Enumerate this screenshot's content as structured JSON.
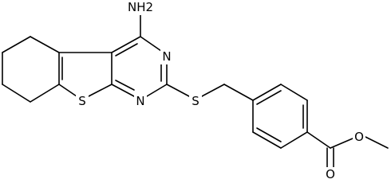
{
  "molecule": {
    "atoms": {
      "amine": "NH2",
      "pyrimidine_n_upper": "N",
      "pyrimidine_n_lower": "N",
      "thiophene_s": "S",
      "thioether_s": "S",
      "ester_o_carbonyl": "O",
      "ester_o_methoxy": "O"
    }
  }
}
